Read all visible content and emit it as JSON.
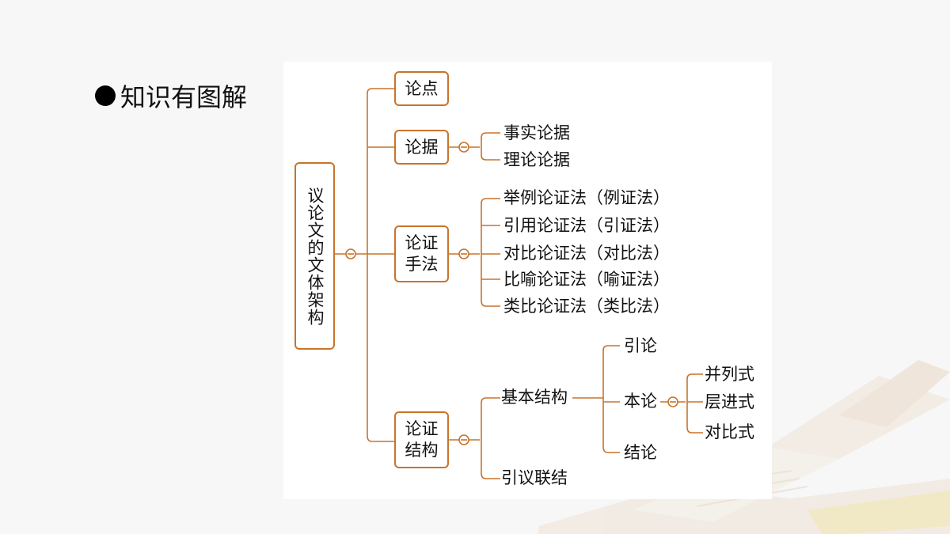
{
  "heading": {
    "bullet": "●",
    "text": "知识有图解"
  },
  "diagram": {
    "root": "议论文的文体架构",
    "points_box": "论点",
    "evidence_box": "论据",
    "evidence_items": [
      "事实论据",
      "理论论据"
    ],
    "methods_box": "论证\n手法",
    "methods_items": [
      "举例论证法（例证法）",
      "引用论证法（引证法）",
      "对比论证法（对比法）",
      "比喻论证法（喻证法）",
      "类比论证法（类比法）"
    ],
    "structure_box": "论证\n结构",
    "basic_structure": "基本结构",
    "basic_parts": [
      "引论",
      "本论",
      "结论"
    ],
    "body_forms": [
      "并列式",
      "层进式",
      "对比式"
    ],
    "link": "引议联结"
  },
  "colors": {
    "accent": "#c8742b",
    "panel": "#ffffff",
    "background": "#f7f7f7"
  }
}
